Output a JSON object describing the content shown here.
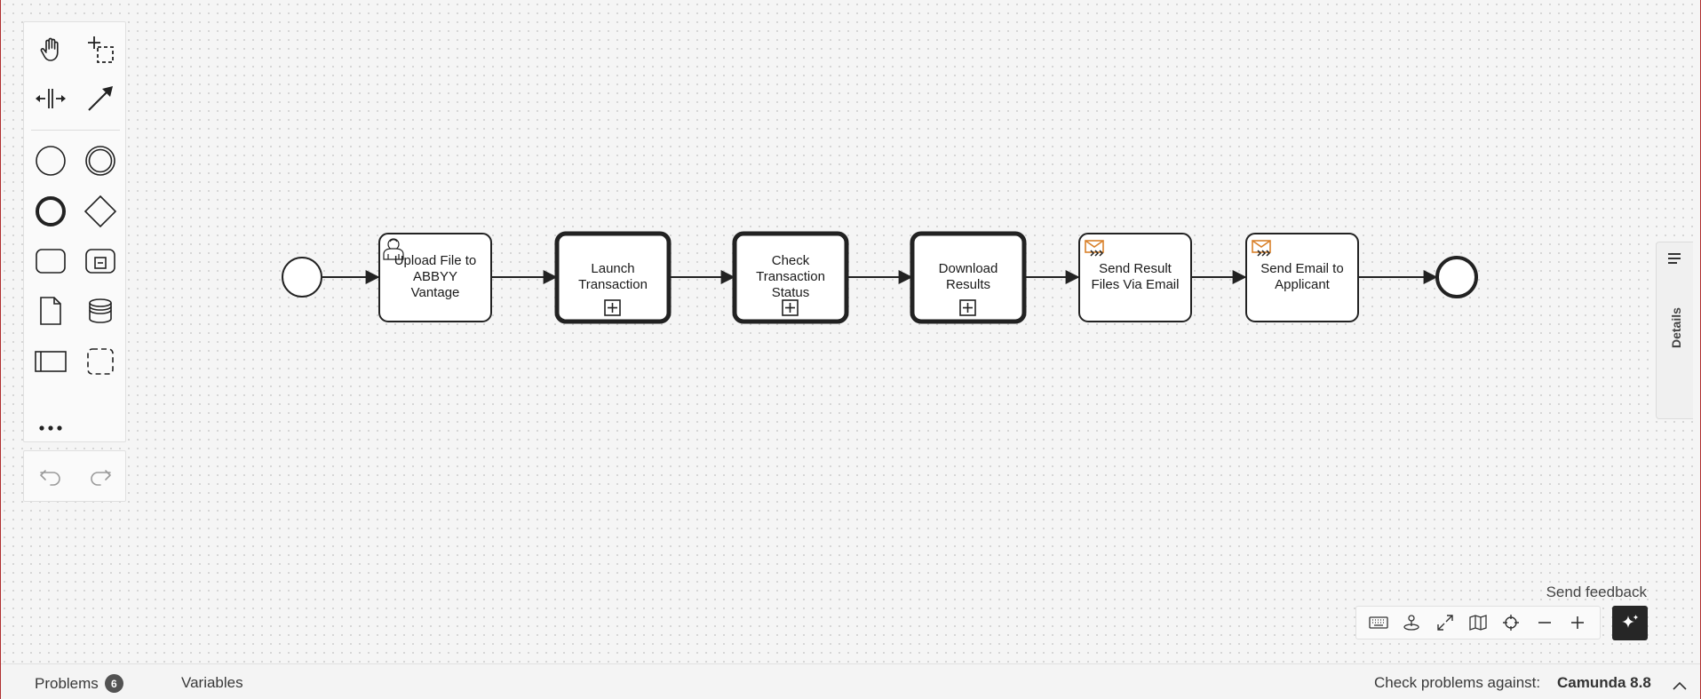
{
  "palette": {
    "tools": [
      {
        "name": "hand-tool",
        "icon": "hand-icon"
      },
      {
        "name": "lasso-tool",
        "icon": "lasso-icon"
      },
      {
        "name": "space-tool",
        "icon": "space-icon"
      },
      {
        "name": "global-connect-tool",
        "icon": "arrow-icon"
      },
      {
        "name": "start-event-tool",
        "icon": "circle-icon"
      },
      {
        "name": "intermediate-event-tool",
        "icon": "double-circle-icon"
      },
      {
        "name": "end-event-tool",
        "icon": "thick-circle-icon"
      },
      {
        "name": "gateway-tool",
        "icon": "diamond-icon"
      },
      {
        "name": "task-tool",
        "icon": "rounded-rect-icon"
      },
      {
        "name": "subprocess-tool",
        "icon": "collapsed-subprocess-icon"
      },
      {
        "name": "data-object-tool",
        "icon": "document-icon"
      },
      {
        "name": "data-store-tool",
        "icon": "database-icon"
      },
      {
        "name": "pool-tool",
        "icon": "pool-icon"
      },
      {
        "name": "group-tool",
        "icon": "dashed-rect-icon"
      },
      {
        "name": "more-tools",
        "icon": "ellipsis-icon"
      }
    ],
    "undo_icon": "undo-icon",
    "redo_icon": "redo-icon"
  },
  "diagram": {
    "tasks": [
      {
        "id": "upload",
        "label": "Upload File to\nABBYY\nVantage",
        "type": "user-task"
      },
      {
        "id": "launch",
        "label": "Launch\nTransaction",
        "type": "call-activity"
      },
      {
        "id": "check",
        "label": "Check\nTransaction\nStatus",
        "type": "call-activity"
      },
      {
        "id": "download",
        "label": "Download\nResults",
        "type": "call-activity"
      },
      {
        "id": "send-results",
        "label": "Send Result\nFiles Via Email",
        "type": "message-task"
      },
      {
        "id": "send-email",
        "label": "Send Email to\nApplicant",
        "type": "message-task"
      }
    ],
    "accent_color": "#d9812b"
  },
  "details_panel": {
    "label": "Details"
  },
  "canvas_controls": {
    "feedback_label": "Send feedback",
    "buttons": [
      "keyboard-icon",
      "pin-icon",
      "fullscreen-icon",
      "minimap-icon",
      "reset-view-icon",
      "zoom-out-icon",
      "zoom-in-icon"
    ],
    "ai_icon": "sparkle-icon"
  },
  "bottom_bar": {
    "problems_label": "Problems",
    "problems_count": "6",
    "variables_label": "Variables",
    "check_label": "Check problems against:",
    "engine_version": "Camunda 8.8"
  }
}
